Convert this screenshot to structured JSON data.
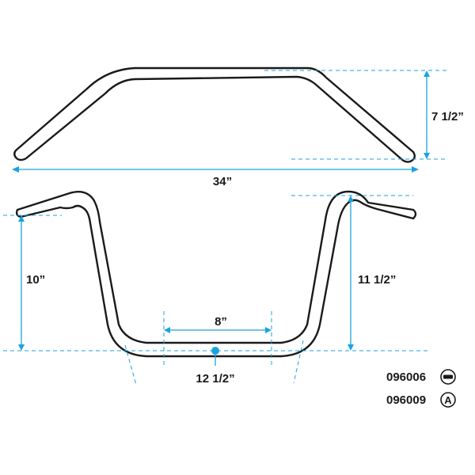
{
  "colors": {
    "dimension": "#1aa3dd",
    "outline": "#1a1a1a",
    "background": "#ffffff"
  },
  "dimensions": {
    "overall_width": "34”",
    "pullback": "7 1/2”",
    "left_rise": "10”",
    "right_rise": "11 1/2”",
    "center_width": "8”",
    "base_width": "12 1/2”"
  },
  "parts": [
    {
      "number": "096006",
      "finish_symbol": "−",
      "finish_icon": "black-finish-icon"
    },
    {
      "number": "096009",
      "finish_symbol": "A",
      "finish_icon": "chrome-finish-icon"
    }
  ]
}
